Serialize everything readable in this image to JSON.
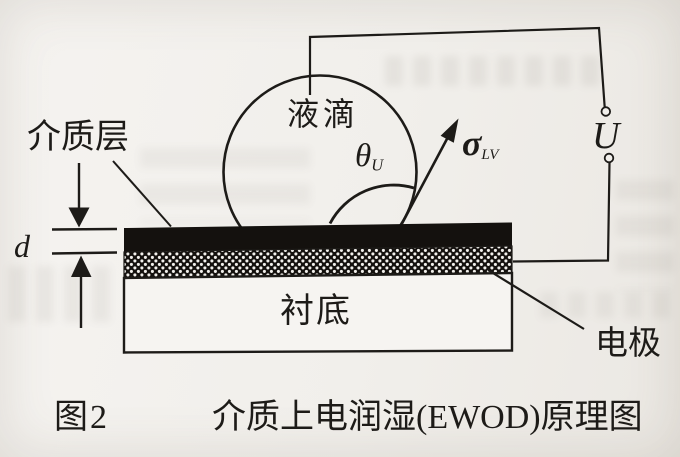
{
  "figure": {
    "labels": {
      "dielectric_layer": "介质层",
      "droplet": "液滴",
      "contact_angle_symbol": "θ",
      "contact_angle_subscript": "U",
      "surface_tension_symbol": "σ",
      "surface_tension_subscript": "LV",
      "voltage_symbol": "U",
      "thickness_symbol": "d",
      "substrate": "衬底",
      "electrode": "电极"
    },
    "caption": {
      "figure_number": "图2",
      "title": "介质上电润湿(EWOD)原理图"
    },
    "colors": {
      "ink": "#1d1b18",
      "paper": "#f1efeb",
      "dielectric_fill": "#14110e",
      "substrate_fill": "#f6f4f1"
    }
  }
}
